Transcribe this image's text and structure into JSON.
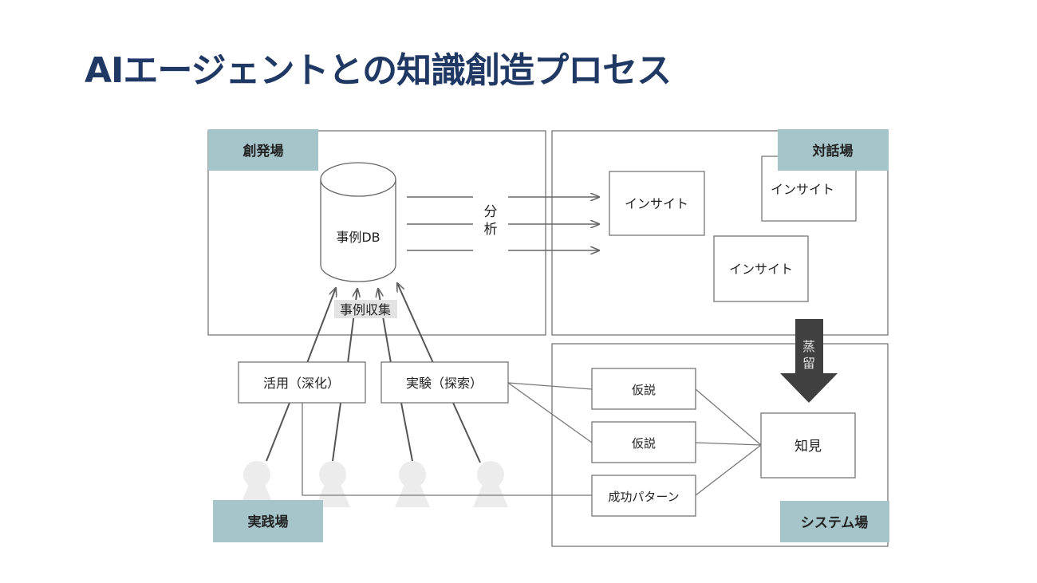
{
  "title": "AIエージェントとの知識創造プロセス",
  "colors": {
    "title": "#1f3864",
    "tag_bg": "#a5c5cb",
    "line": "#666666",
    "arrow_dark": "#404040",
    "person": "#ececec",
    "collect_bg": "#e3e3e3"
  },
  "areas": {
    "souhatsu": "創発場",
    "taiwa": "対話場",
    "jissen": "実践場",
    "system": "システム場"
  },
  "nodes": {
    "db": "事例DB",
    "analysis_1": "分",
    "analysis_2": "析",
    "collect": "事例収集",
    "insight_1": "インサイト",
    "insight_2": "インサイト",
    "insight_3": "インサイト",
    "distill_1": "蒸",
    "distill_2": "留",
    "exploit": "活用（深化）",
    "explore": "実験（探索）",
    "hypothesis_1": "仮説",
    "hypothesis_2": "仮説",
    "success": "成功パターン",
    "knowledge": "知見"
  }
}
